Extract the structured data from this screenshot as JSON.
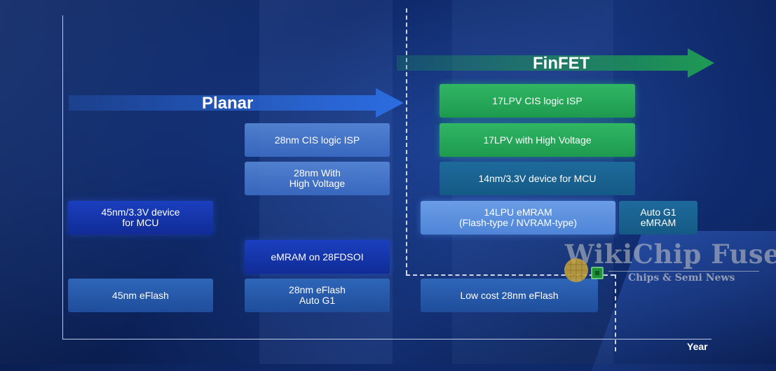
{
  "axis": {
    "x_label": "Year"
  },
  "arrows": {
    "planar": {
      "label": "Planar",
      "color": "#2b6ce0"
    },
    "finfet": {
      "label": "FinFET",
      "color": "#1f9a55"
    }
  },
  "planar_boxes": {
    "cis_isp": "28nm CIS logic ISP",
    "high_voltage": "28nm With\nHigh Voltage",
    "mcu_45": "45nm/3.3V device\nfor MCU",
    "emram_fdsoi": "eMRAM on 28FDSOI",
    "eflash_45": "45nm eFlash",
    "eflash_28_auto": "28nm eFlash\nAuto G1"
  },
  "finfet_boxes": {
    "cis_isp_17": "17LPV CIS logic ISP",
    "high_voltage_17": "17LPV with High Voltage",
    "mcu_14": "14nm/3.3V device for MCU",
    "emram_14": "14LPU eMRAM\n(Flash-type / NVRAM-type)",
    "auto_emram": "Auto G1\neMRAM",
    "low_cost_eflash": "Low cost 28nm eFlash"
  },
  "watermark": {
    "title": "WikiChip Fuse",
    "subtitle": "Chips & Semi News",
    "logo": "chip-icon"
  }
}
